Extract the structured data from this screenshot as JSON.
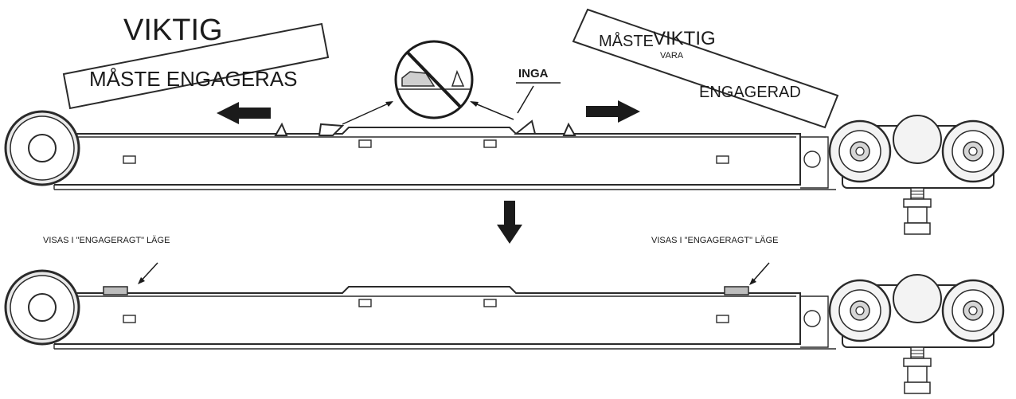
{
  "labels": {
    "left_title": "VIKTIG",
    "left_sign": "MÅSTE  ENGAGERAS",
    "no_label": "INGA",
    "right_title": "VIKTIG",
    "right_prefix": "MÅSTE",
    "right_small": "VARA",
    "right_sign": "ENGAGERAD",
    "note_left": "VISAS  I  \"ENGAGERAGT\" LÄGE",
    "note_right": "VISAS  I  \"ENGAGERAGT\" LÄGE"
  },
  "colors": {
    "line": "#2a2a2a",
    "fill": "#ffffff",
    "gray": "#c8c8c8",
    "dark": "#1b1b1b"
  }
}
